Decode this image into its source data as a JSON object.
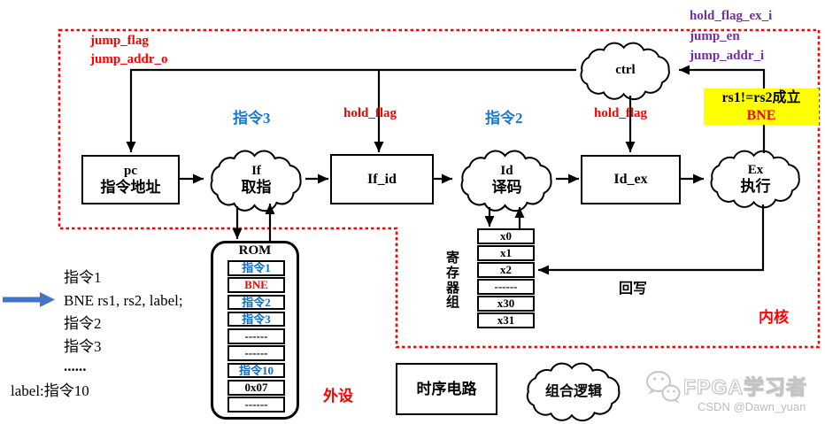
{
  "colors": {
    "signal_red": "#FF0000",
    "stage_label_blue": "#1779D2",
    "rom_instr_blue": "#0E6ECE",
    "feedback_purple": "#7030A0",
    "condition_highlight_yellow": "#FFFF00",
    "program_pointer_blue": "#4472C4",
    "core_border_red": "#FF0000"
  },
  "regions": {
    "core": "内核",
    "peripheral": "外设"
  },
  "signals": {
    "jump_flag": "jump_flag",
    "jump_addr_o": "jump_addr_o",
    "hold_flag_if": "hold_flag",
    "hold_flag_id": "hold_flag",
    "hold_flag_ex_i": "hold_flag_ex_i",
    "jump_en": "jump_en",
    "jump_addr_i": "jump_addr_i",
    "writeback": "回写"
  },
  "stage_notes": {
    "instr3": "指令3",
    "instr2": "指令2"
  },
  "condition": {
    "line1": "rs1!=rs2成立",
    "line2": "BNE"
  },
  "blocks": {
    "pc": {
      "name": "pc",
      "desc": "指令地址"
    },
    "if": {
      "name": "If",
      "desc": "取指"
    },
    "if_id": {
      "name": "If_id"
    },
    "id": {
      "name": "Id",
      "desc": "译码"
    },
    "id_ex": {
      "name": "Id_ex"
    },
    "ex": {
      "name": "Ex",
      "desc": "执行"
    },
    "ctrl": {
      "name": "ctrl"
    }
  },
  "rom": {
    "title": "ROM",
    "cells": [
      {
        "text": "指令1"
      },
      {
        "text": "BNE"
      },
      {
        "text": "指令2"
      },
      {
        "text": "指令3"
      },
      {
        "text": "------"
      },
      {
        "text": "------"
      },
      {
        "text": "指令10"
      },
      {
        "text": "0x07"
      },
      {
        "text": "------"
      }
    ]
  },
  "regfile": {
    "label": "寄存器组",
    "cells": [
      "x0",
      "x1",
      "x2",
      "------",
      "x30",
      "x31"
    ]
  },
  "program": {
    "lines": [
      "指令1",
      "BNE rs1, rs2, label;",
      "指令2",
      "指令3",
      "......",
      "label:指令10"
    ]
  },
  "legend": {
    "sequential": "时序电路",
    "combinational": "组合逻辑"
  },
  "watermark": {
    "title": "FPGA学习者",
    "subtitle": "CSDN @Dawn_yuan"
  }
}
